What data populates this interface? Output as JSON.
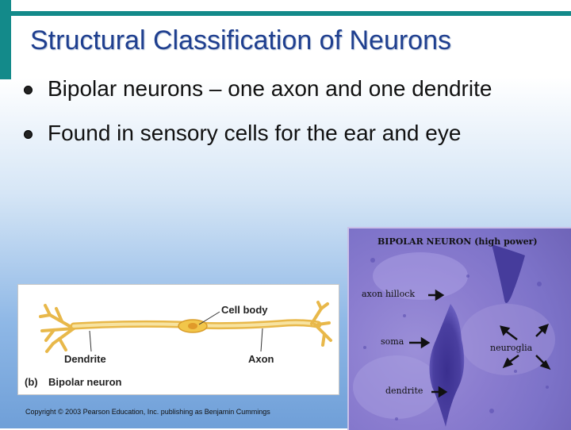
{
  "slide": {
    "title": "Structural Classification of Neurons",
    "bullets": [
      "Bipolar neurons – one axon and one dendrite",
      "Found in sensory cells for the ear and eye"
    ]
  },
  "diagram": {
    "label_cell_body": "Cell body",
    "label_dendrite": "Dendrite",
    "label_axon": "Axon",
    "caption_letter": "(b)",
    "caption_text": "Bipolar neuron"
  },
  "copyright": "Copyright © 2003 Pearson Education, Inc. publishing as Benjamin Cummings",
  "micrograph": {
    "title": "BIPOLAR NEURON (high power)",
    "label_axon_hillock": "axon hillock",
    "label_soma": "soma",
    "label_neuroglia": "neuroglia",
    "label_dendrite": "dendrite"
  },
  "colors": {
    "accent_teal": "#138a8a",
    "title_blue": "#1f3f8f",
    "neuron_yellow": "#f2d37a",
    "stain_purple": "#7c72c8"
  }
}
